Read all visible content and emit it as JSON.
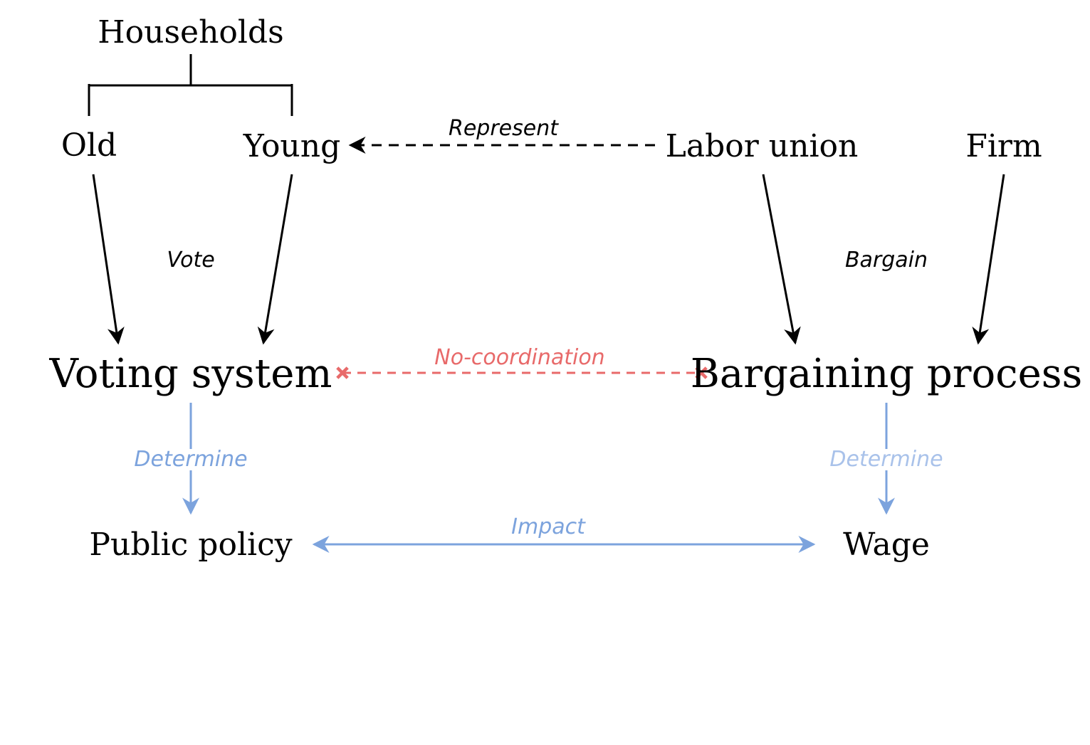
{
  "nodes": {
    "households": "Households",
    "old": "Old",
    "young": "Young",
    "labor_union": "Labor union",
    "firm": "Firm",
    "voting_system": "Voting system",
    "bargaining_process": "Bargaining process",
    "public_policy": "Public policy",
    "wage": "Wage"
  },
  "edges": {
    "represent": "Represent",
    "vote": "Vote",
    "bargain": "Bargain",
    "no_coordination": "No-coordination",
    "determine_left": "Determine",
    "determine_right": "Determine",
    "impact": "Impact"
  },
  "colors": {
    "black": "#000000",
    "red": "#e86a6a",
    "blue": "#7ca3dd",
    "blue_light": "#a9c2ea"
  }
}
